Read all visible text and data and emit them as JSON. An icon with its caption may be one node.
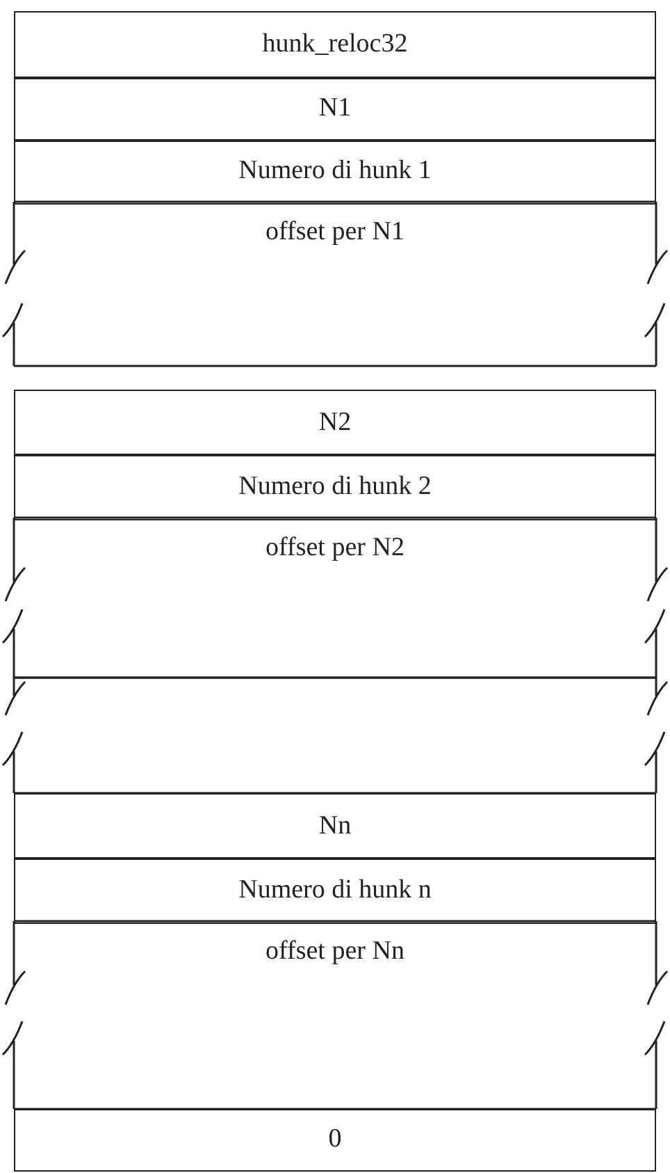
{
  "diagram": {
    "nodes": [
      {
        "text": [
          "hunk_reloc32"
        ]
      },
      {
        "text": [
          "N1"
        ]
      },
      {
        "text": [
          "Numero di hunk 1"
        ]
      },
      {
        "text": [
          "offset per N1"
        ]
      },
      {
        "text": [
          "N2"
        ]
      },
      {
        "text": [
          "Numero di hunk 2"
        ]
      },
      {
        "text": [
          "offset per N2"
        ]
      },
      {
        "text": [],
        "shape": "box"
      },
      {
        "text": [
          "Nn"
        ]
      },
      {
        "text": [
          "Numero di hunk n"
        ]
      },
      {
        "text": [
          "offset per Nn"
        ]
      },
      {
        "text": [
          "0"
        ]
      }
    ]
  }
}
